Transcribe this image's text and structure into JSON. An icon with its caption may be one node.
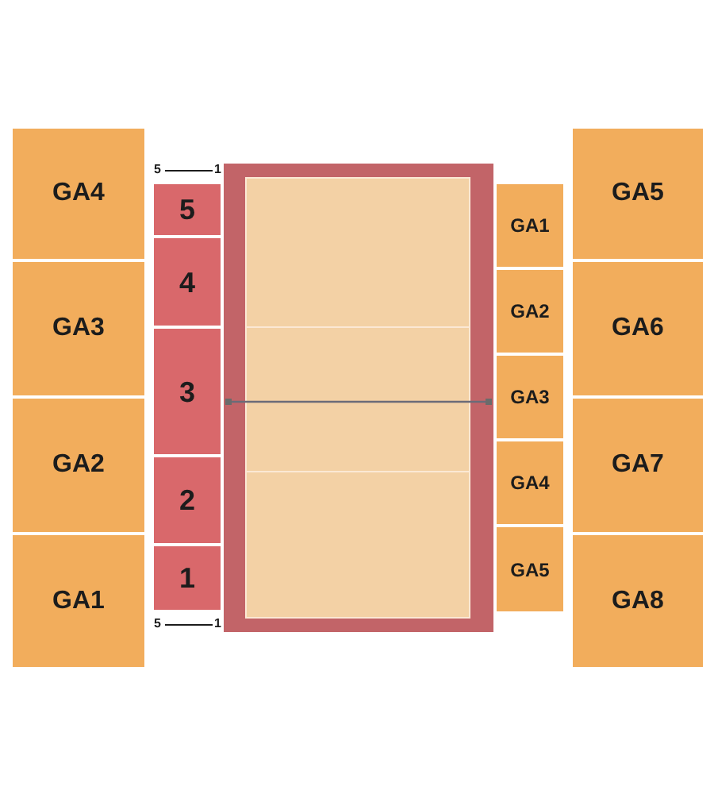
{
  "diagram": {
    "nodes": [
      {
        "text": [
          "GA4"
        ]
      },
      {
        "text": [
          "GA3"
        ]
      },
      {
        "text": [
          "GA2"
        ]
      },
      {
        "text": [
          "GA1"
        ]
      },
      {
        "text": [
          "5"
        ]
      },
      {
        "text": [
          "4"
        ]
      },
      {
        "text": [
          "3"
        ]
      },
      {
        "text": [
          "2"
        ]
      },
      {
        "text": [
          "1"
        ]
      },
      {
        "text": [
          "GA1"
        ]
      },
      {
        "text": [
          "GA2"
        ]
      },
      {
        "text": [
          "GA3"
        ]
      },
      {
        "text": [
          "GA4"
        ]
      },
      {
        "text": [
          "GA5"
        ]
      },
      {
        "text": [
          "GA5"
        ]
      },
      {
        "text": [
          "GA6"
        ]
      },
      {
        "text": [
          "GA7"
        ]
      },
      {
        "text": [
          "GA8"
        ]
      }
    ],
    "edges": [],
    "labels": [
      "5",
      "1",
      "5",
      "1"
    ]
  }
}
